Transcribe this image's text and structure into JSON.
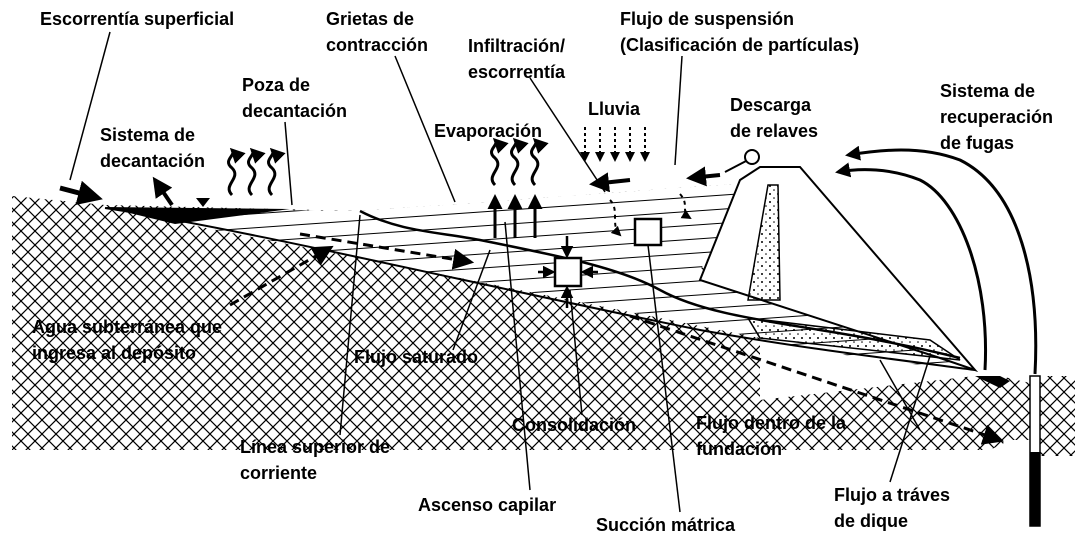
{
  "labels": {
    "escorrentia_superficial": [
      "Escorrentía superficial"
    ],
    "grietas": [
      "Grietas de",
      "contracción"
    ],
    "flujo_suspension": [
      "Flujo de suspensión",
      "(Clasificación de partículas)"
    ],
    "infiltracion": [
      "Infiltración/",
      "escorrentía"
    ],
    "poza": [
      "Poza de",
      "decantación"
    ],
    "sistema_decantacion": [
      "Sistema de",
      "decantación"
    ],
    "evaporacion": [
      "Evaporación"
    ],
    "lluvia": [
      "Lluvia"
    ],
    "descarga": [
      "Descarga",
      "de relaves"
    ],
    "recuperacion": [
      "Sistema de",
      "recuperación",
      "de fugas"
    ],
    "agua_subterranea": [
      "Agua subterránea que",
      "ingresa al depósito"
    ],
    "flujo_saturado": [
      "Flujo saturado"
    ],
    "consolidacion": [
      "Consolidación"
    ],
    "flujo_fundacion": [
      "Flujo dentro de la",
      "fundación"
    ],
    "linea_superior": [
      "Línea superior de",
      "corriente"
    ],
    "ascenso_capilar": [
      "Ascenso capilar"
    ],
    "succion_matrica": [
      "Succión mátrica"
    ],
    "flujo_dique": [
      "Flujo a tráves",
      "de dique"
    ]
  },
  "colors": {
    "ink": "#000000",
    "background": "#ffffff"
  }
}
